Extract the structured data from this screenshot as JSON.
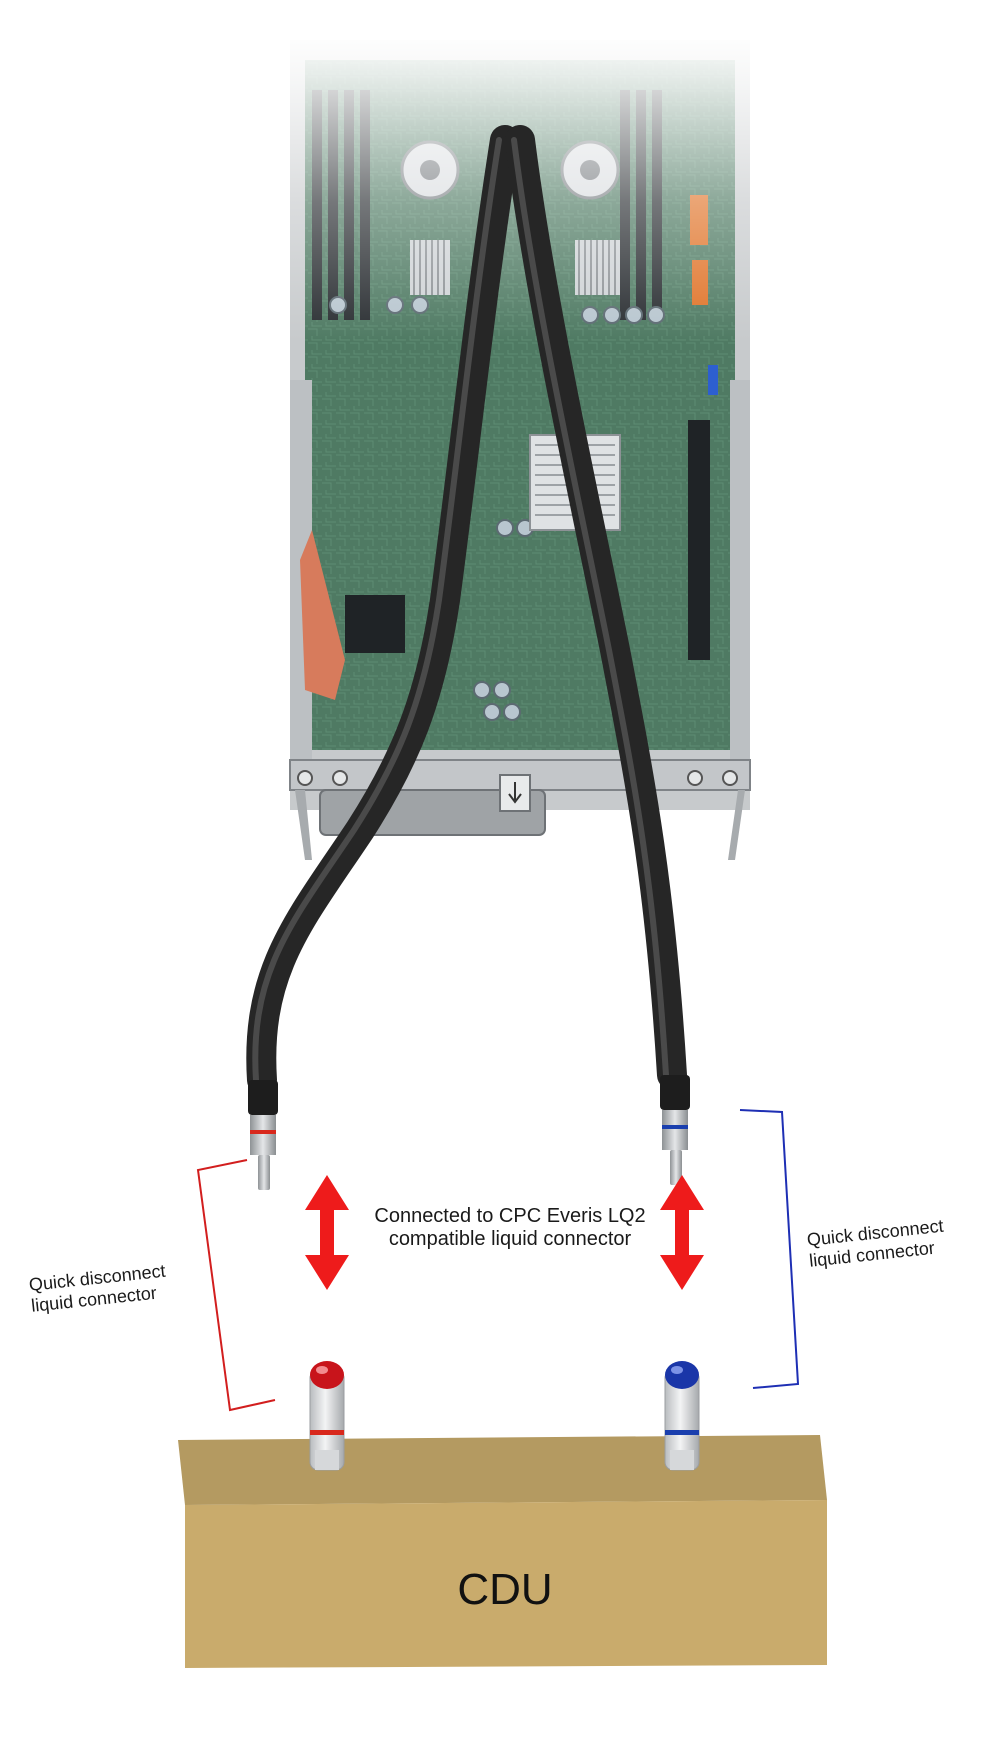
{
  "labels": {
    "connection": [
      "Connected to CPC Everis LQ2",
      "compatible liquid connector"
    ],
    "left_connector": [
      "Quick disconnect",
      "liquid connector"
    ],
    "right_connector": [
      "Quick disconnect",
      "liquid connector"
    ],
    "cdu": "CDU"
  },
  "colors": {
    "supply_red": "#d8281c",
    "return_blue": "#1a3fae",
    "arrow_red": "#ee1b1b",
    "bracket_red": "#d21e1e",
    "bracket_blue": "#1e2fb4",
    "cdu_top": "#b49a61",
    "cdu_front": "#c9ab6c",
    "pcb_green": "#4d7660",
    "hose_black": "#262626"
  },
  "icons": [
    "server-motherboard",
    "liquid-hose",
    "quick-disconnect-plug",
    "quick-disconnect-socket",
    "double-arrow",
    "bracket"
  ]
}
